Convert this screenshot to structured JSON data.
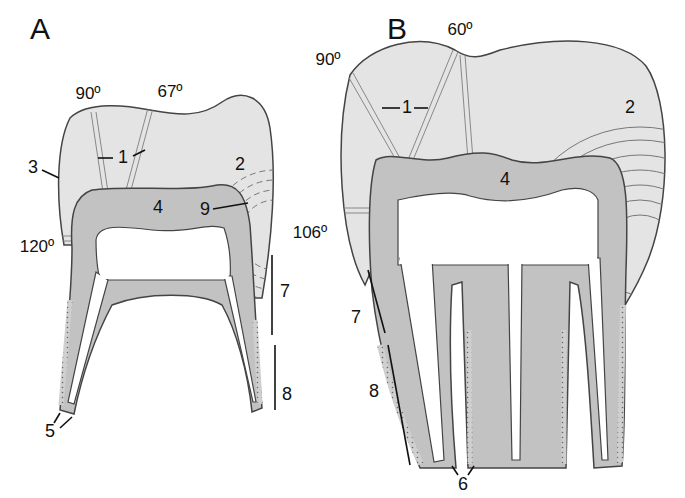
{
  "diagram": {
    "labels": [
      "A",
      "90º",
      "67º",
      "3",
      "1",
      "2",
      "9",
      "4",
      "120º",
      "7",
      "8",
      "5",
      "B",
      "60º",
      "90º",
      "1",
      "2",
      "106º",
      "4",
      "7",
      "8",
      "6"
    ]
  }
}
